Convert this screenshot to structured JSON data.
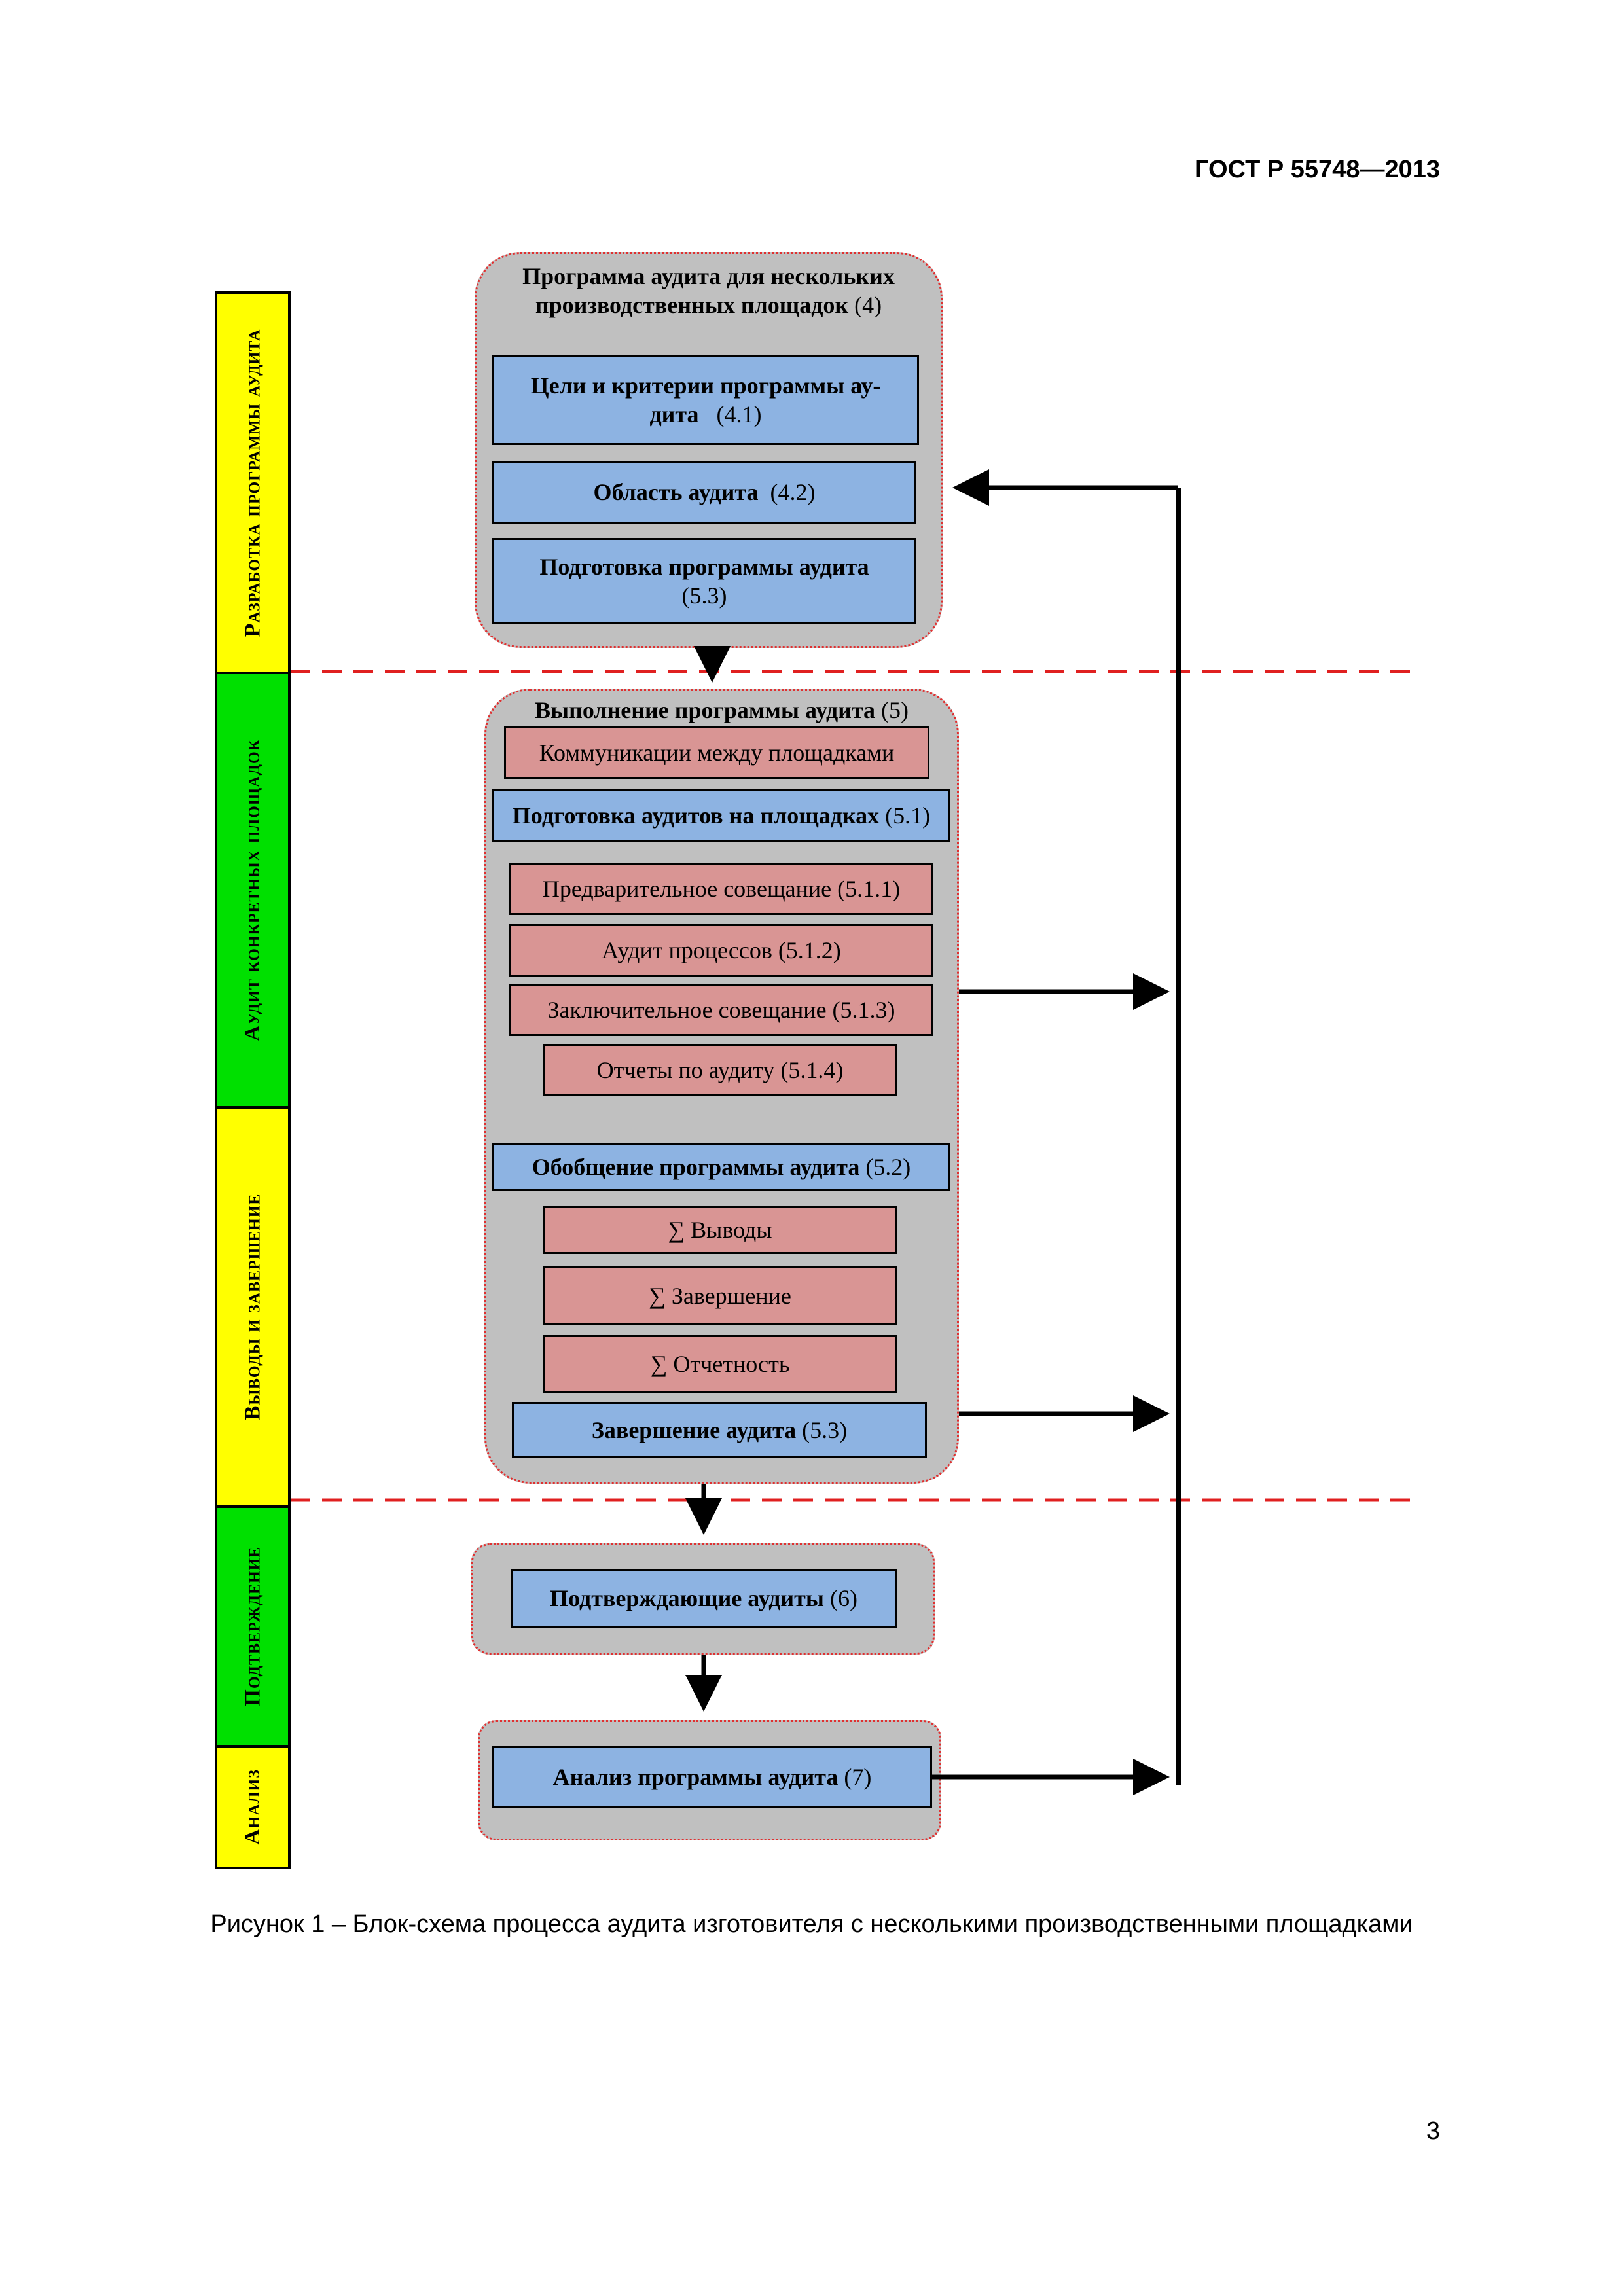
{
  "header": {
    "doc_number": "ГОСТ Р 55748—2013"
  },
  "stages": [
    {
      "label": "Разработка программы аудита",
      "color": "#ffff00"
    },
    {
      "label": "Аудит конкретных площадок",
      "color": "#00e000"
    },
    {
      "label": "Выводы и завершение",
      "color": "#ffff00"
    },
    {
      "label": "Подтверждение",
      "color": "#00e000"
    },
    {
      "label": "Анализ",
      "color": "#ffff00"
    }
  ],
  "group1": {
    "title_bold": "Программа аудита для нескольких производственных площадок",
    "title_num": "(4)",
    "items": [
      {
        "bold": "Цели и критерии программы ау-дита",
        "num": "(4.1)"
      },
      {
        "bold": "Область аудита",
        "num": "(4.2)"
      },
      {
        "bold": "Подготовка программы аудита",
        "num": "(5.3)"
      }
    ]
  },
  "group2": {
    "title_bold": "Выполнение программы аудита",
    "title_num": "(5)",
    "communications": "Коммуникации между площадками",
    "prep": {
      "bold": "Подготовка аудитов на площадках",
      "num": "(5.1)"
    },
    "steps": [
      "Предварительное совещание (5.1.1)",
      "Аудит процессов (5.1.2)",
      "Заключительное совещание (5.1.3)",
      "Отчеты по аудиту (5.1.4)"
    ],
    "summary": {
      "bold": "Обобщение программы аудита",
      "num": "(5.2)"
    },
    "sums": [
      "∑ Выводы",
      "∑ Завершение",
      "∑ Отчетность"
    ],
    "finish": {
      "bold": "Завершение аудита",
      "num": "(5.3)"
    }
  },
  "group3": {
    "bold": "Подтверждающие аудиты",
    "num": "(6)"
  },
  "group4": {
    "bold": "Анализ программы аудита",
    "num": "(7)"
  },
  "caption": "Рисунок 1 – Блок-схема процесса аудита изготовителя с несколькими производственными площадками",
  "page_number": "3",
  "colors": {
    "blue_box": "#8db3e2",
    "pink_box": "#d99594",
    "group_bg": "#c0c0c0",
    "dashed_line": "#e02020"
  }
}
